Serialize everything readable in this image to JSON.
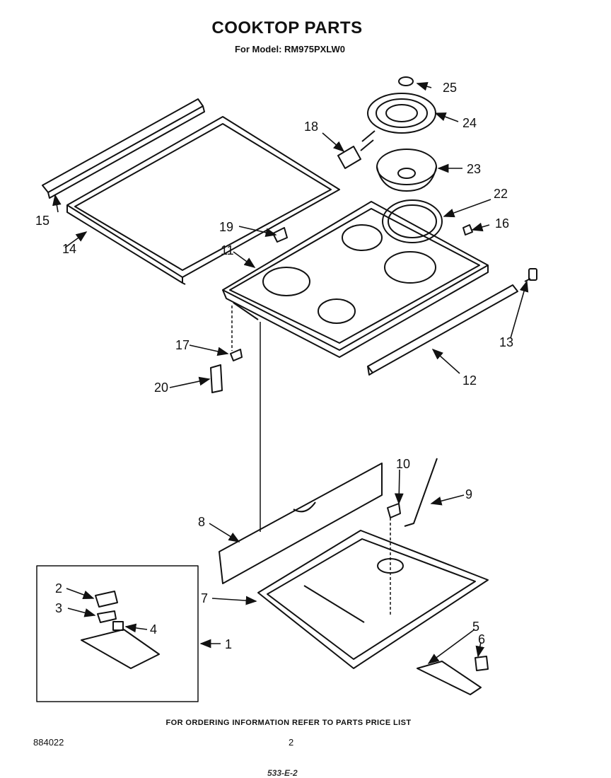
{
  "header": {
    "title": "COOKTOP PARTS",
    "subtitle": "For Model: RM975PXLW0"
  },
  "callouts": [
    "1",
    "2",
    "3",
    "4",
    "5",
    "6",
    "7",
    "8",
    "9",
    "10",
    "11",
    "12",
    "13",
    "14",
    "15",
    "16",
    "17",
    "18",
    "19",
    "20",
    "22",
    "23",
    "24",
    "25"
  ],
  "footer": {
    "note": "FOR ORDERING INFORMATION REFER TO PARTS PRICE LIST",
    "doc_number": "884022",
    "page_number": "2",
    "stamp": "533-E-2"
  }
}
